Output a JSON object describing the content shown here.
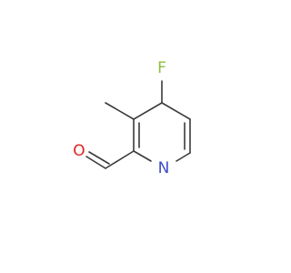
{
  "molecule": {
    "atoms": {
      "fluorine": {
        "label": "F",
        "color": "#8bbf3f"
      },
      "nitrogen": {
        "label": "N",
        "color": "#3b4cc8"
      },
      "oxygen": {
        "label": "O",
        "color": "#e0231f"
      }
    },
    "bond_color": "#3a3a3a"
  }
}
